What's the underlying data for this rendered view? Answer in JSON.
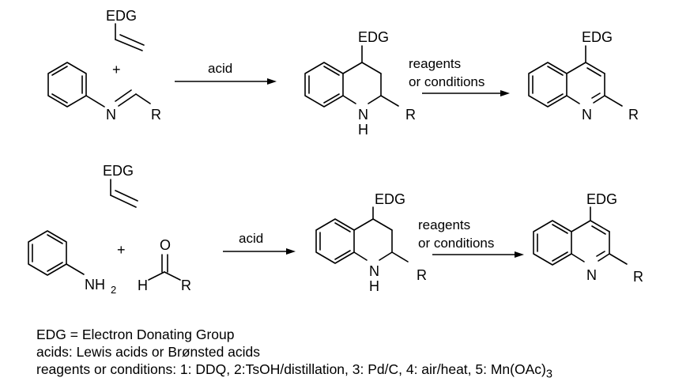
{
  "scheme_1": {
    "reactants": {
      "alkene_substituent": "EDG",
      "plus": "+",
      "imine_nitrogen": "N",
      "imine_r": "R"
    },
    "step_1": {
      "reagent": "acid"
    },
    "intermediate": {
      "substituent_4": "EDG",
      "nh_n": "N",
      "nh_h": "H",
      "substituent_2": "R"
    },
    "step_2": {
      "reagent_line1": "reagents",
      "reagent_line2": "or conditions"
    },
    "product": {
      "substituent_4": "EDG",
      "ring_nitrogen": "N",
      "substituent_2": "R"
    }
  },
  "scheme_2": {
    "reactants": {
      "alkene_substituent": "EDG",
      "amine_nh": "NH",
      "amine_subscript": "2",
      "plus": "+",
      "aldehyde_o": "O",
      "aldehyde_h": "H",
      "aldehyde_r": "R"
    },
    "step_1": {
      "reagent": "acid"
    },
    "intermediate": {
      "substituent_4": "EDG",
      "nh_n": "N",
      "nh_h": "H",
      "substituent_2": "R"
    },
    "step_2": {
      "reagent_line1": "reagents",
      "reagent_line2": "or conditions"
    },
    "product": {
      "substituent_4": "EDG",
      "ring_nitrogen": "N",
      "substituent_2": "R"
    }
  },
  "notes": {
    "line1": "EDG = Electron Donating Group",
    "line2": "acids: Lewis acids or Brønsted acids",
    "line3_main": "reagents or conditions: 1: DDQ, 2:TsOH/distillation, 3: Pd/C, 4: air/heat, 5: Mn(OAc)",
    "line3_subscript": "3"
  }
}
